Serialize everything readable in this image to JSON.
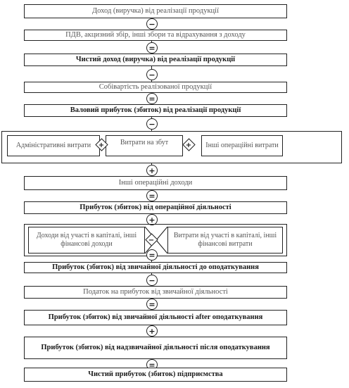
{
  "steps": {
    "revenue": "Доход (виручка) від реалізації продукції",
    "taxes": "ПДВ, акцизний збір, інші збори та відрахування з доходу",
    "net_revenue": "Чистий доход (виручка) від реалізації продукції",
    "cost": "Собівартість реалізованої продукції",
    "gross_profit": "Валовий прибуток (збиток) від реалізації продукції",
    "admin_expenses": "Адміністративні витрати",
    "selling_expenses": "Витрати на збут",
    "other_op_expenses": "Інші операційні витрати",
    "other_op_income": "Інші операційні доходи",
    "operating_profit": "Прибуток (збиток) від операційної діяльності",
    "participation_income": "Доходи від участі в капіталі, інші фінансові доходи",
    "participation_expenses": "Витрати від участі в капіталі, інші фінансові витрати",
    "pretax_profit": "Прибуток (збиток) від звичайної діяльності до оподаткування",
    "income_tax": "Податок на прибуток від звичайної діяльності",
    "after_tax_profit": "Прибуток (збиток) від звичайної діяльності after оподаткування",
    "extraordinary_profit": "Прибуток (збиток) від надзвичайної діяльності після оподаткування",
    "net_profit": "Чистий прибуток (збиток) підприємства"
  },
  "operators": {
    "minus": "−",
    "plus": "+",
    "equals": "="
  }
}
